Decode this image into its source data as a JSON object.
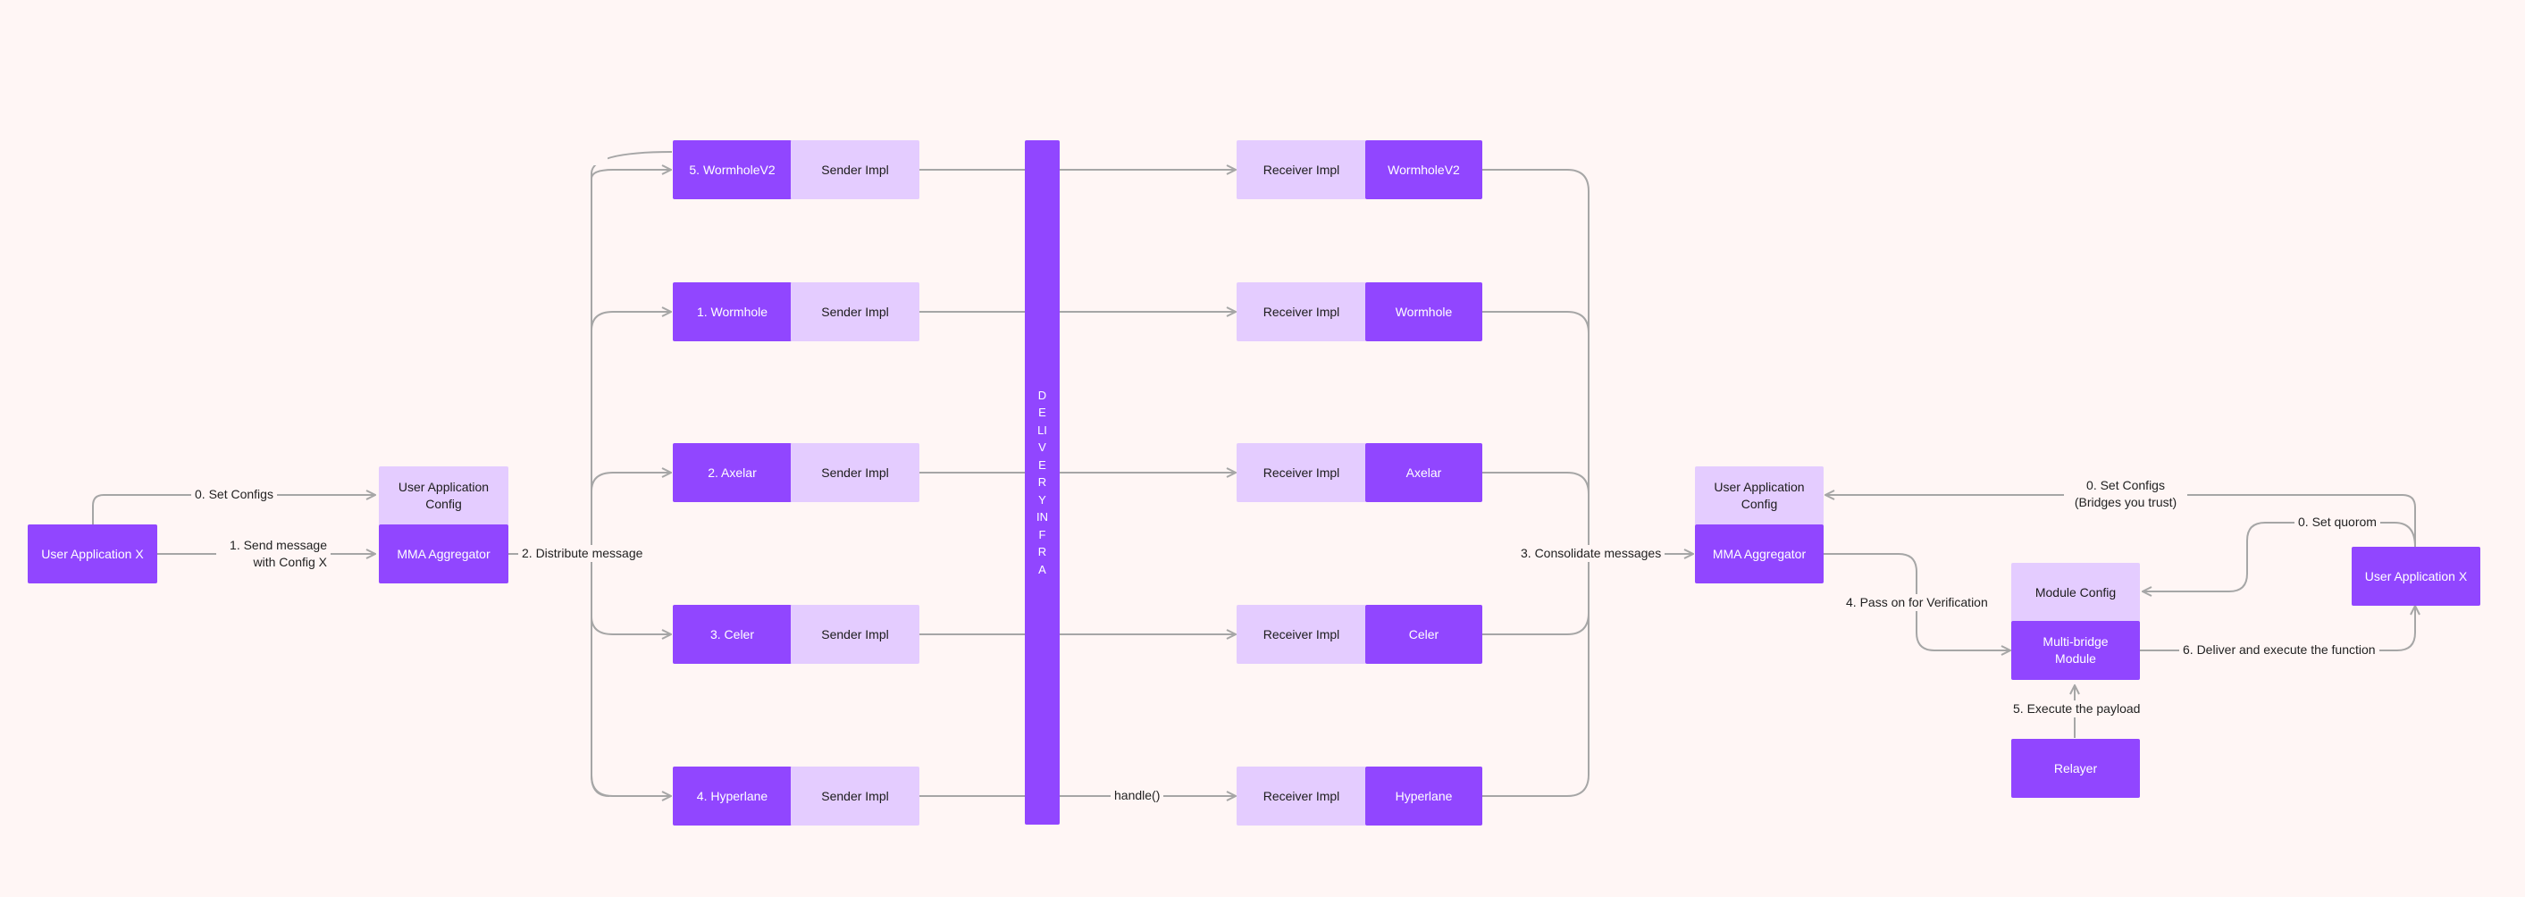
{
  "nodes": {
    "user_app_left": "User Application X",
    "user_app_config_left": "User Application Config",
    "mma_aggregator_left": "MMA Aggregator",
    "bridges": [
      {
        "name": "5. WormholeV2",
        "sender": "Sender Impl",
        "receiver": "Receiver Impl",
        "receiver_name": "WormholeV2"
      },
      {
        "name": "1. Wormhole",
        "sender": "Sender Impl",
        "receiver": "Receiver Impl",
        "receiver_name": "Wormhole"
      },
      {
        "name": "2. Axelar",
        "sender": "Sender Impl",
        "receiver": "Receiver Impl",
        "receiver_name": "Axelar"
      },
      {
        "name": "3. Celer",
        "sender": "Sender Impl",
        "receiver": "Receiver Impl",
        "receiver_name": "Celer"
      },
      {
        "name": "4. Hyperlane",
        "sender": "Sender Impl",
        "receiver": "Receiver Impl",
        "receiver_name": "Hyperlane"
      }
    ],
    "delivery_infra": "DELIVERY INFRA",
    "user_app_config_right": "User Application Config",
    "mma_aggregator_right": "MMA Aggregator",
    "module_config": "Module Config",
    "multi_bridge_module": "Multi-bridge Module",
    "relayer": "Relayer",
    "user_app_right": "User Application X"
  },
  "edges": {
    "set_configs_left": "0. Set Configs",
    "send_message": "1. Send message with Config X",
    "distribute_message": "2. Distribute message",
    "handle": "handle()",
    "consolidate_messages": "3. Consolidate messages",
    "pass_on_verification": "4. Pass on for Verification",
    "execute_payload": "5. Execute the payload",
    "deliver_execute": "6. Deliver and execute the function",
    "set_quorum": "0. Set quorom",
    "set_configs_right": "0. Set Configs (Bridges you trust)"
  },
  "colors": {
    "background": "#fff6f5",
    "primary": "#9146ff",
    "light": "#e4ccff",
    "edge": "#a6a6a6"
  }
}
